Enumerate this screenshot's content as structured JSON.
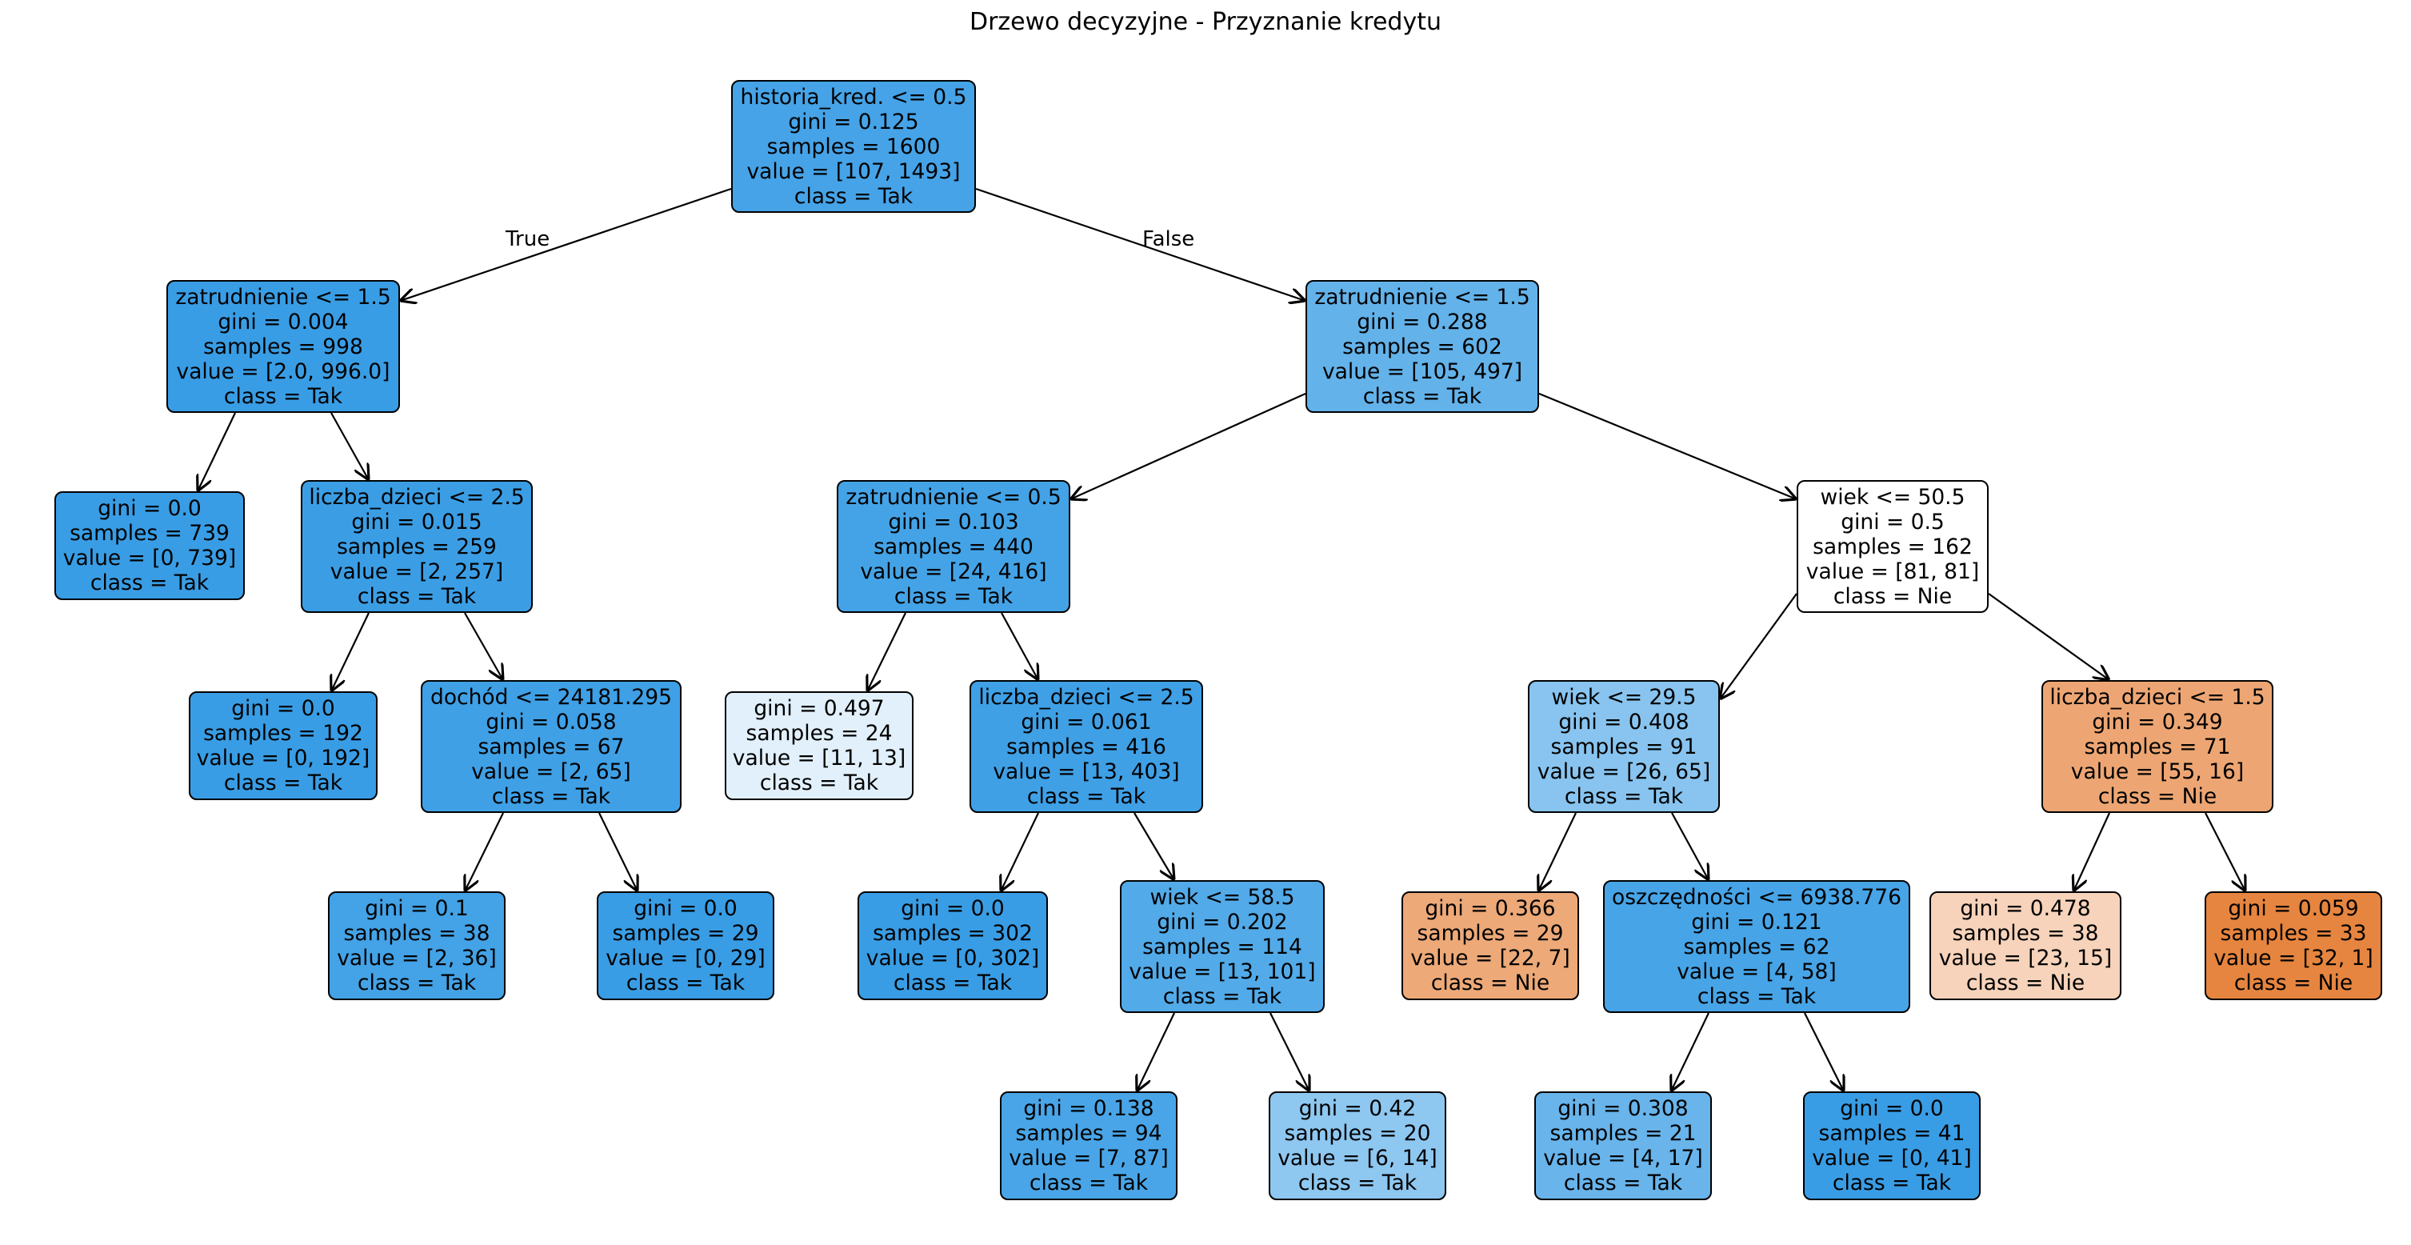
{
  "title": "Drzewo decyzyjne - Przyznanie kredytu",
  "edge_labels": {
    "true": "True",
    "false": "False"
  },
  "colors": {
    "edge": "#000000",
    "class_tak": "#399de5",
    "class_nie": "#e58139"
  },
  "nodes": {
    "root": {
      "lines": [
        "historia_kred. <= 0.5",
        "gini = 0.125",
        "samples = 1600",
        "value = [107, 1493]",
        "class = Tak"
      ],
      "fill": "#46a3e7"
    },
    "n1": {
      "lines": [
        "zatrudnienie <= 1.5",
        "gini = 0.004",
        "samples = 998",
        "value = [2.0, 996.0]",
        "class = Tak"
      ],
      "fill": "#399de5"
    },
    "n2": {
      "lines": [
        "gini = 0.0",
        "samples = 739",
        "value = [0, 739]",
        "class = Tak"
      ],
      "fill": "#399de5"
    },
    "n3": {
      "lines": [
        "liczba_dzieci <= 2.5",
        "gini = 0.015",
        "samples = 259",
        "value = [2, 257]",
        "class = Tak"
      ],
      "fill": "#3b9ee5"
    },
    "n4": {
      "lines": [
        "gini = 0.0",
        "samples = 192",
        "value = [0, 192]",
        "class = Tak"
      ],
      "fill": "#399de5"
    },
    "n5": {
      "lines": [
        "dochód <= 24181.295",
        "gini = 0.058",
        "samples = 67",
        "value = [2, 65]",
        "class = Tak"
      ],
      "fill": "#3fa0e6"
    },
    "n6": {
      "lines": [
        "gini = 0.1",
        "samples = 38",
        "value = [2, 36]",
        "class = Tak"
      ],
      "fill": "#44a2e6"
    },
    "n7": {
      "lines": [
        "gini = 0.0",
        "samples = 29",
        "value = [0, 29]",
        "class = Tak"
      ],
      "fill": "#399de5"
    },
    "n8": {
      "lines": [
        "zatrudnienie <= 1.5",
        "gini = 0.288",
        "samples = 602",
        "value = [105, 497]",
        "class = Tak"
      ],
      "fill": "#63b2ea"
    },
    "n9": {
      "lines": [
        "zatrudnienie <= 0.5",
        "gini = 0.103",
        "samples = 440",
        "value = [24, 416]",
        "class = Tak"
      ],
      "fill": "#44a3e6"
    },
    "n10": {
      "lines": [
        "gini = 0.497",
        "samples = 24",
        "value = [11, 13]",
        "class = Tak"
      ],
      "fill": "#e1f0fb"
    },
    "n11": {
      "lines": [
        "liczba_dzieci <= 2.5",
        "gini = 0.061",
        "samples = 416",
        "value = [13, 403]",
        "class = Tak"
      ],
      "fill": "#3fa0e6"
    },
    "n12": {
      "lines": [
        "gini = 0.0",
        "samples = 302",
        "value = [0, 302]",
        "class = Tak"
      ],
      "fill": "#399de5"
    },
    "n13": {
      "lines": [
        "wiek <= 58.5",
        "gini = 0.202",
        "samples = 114",
        "value = [13, 101]",
        "class = Tak"
      ],
      "fill": "#52aae8"
    },
    "n14": {
      "lines": [
        "gini = 0.138",
        "samples = 94",
        "value = [7, 87]",
        "class = Tak"
      ],
      "fill": "#49a5e7"
    },
    "n15": {
      "lines": [
        "gini = 0.42",
        "samples = 20",
        "value = [6, 14]",
        "class = Tak"
      ],
      "fill": "#8ec7f0"
    },
    "n16": {
      "lines": [
        "wiek <= 50.5",
        "gini = 0.5",
        "samples = 162",
        "value = [81, 81]",
        "class = Nie"
      ],
      "fill": "#ffffff"
    },
    "n17": {
      "lines": [
        "wiek <= 29.5",
        "gini = 0.408",
        "samples = 91",
        "value = [26, 65]",
        "class = Tak"
      ],
      "fill": "#88c4ef"
    },
    "n18": {
      "lines": [
        "gini = 0.366",
        "samples = 29",
        "value = [22, 7]",
        "class = Nie"
      ],
      "fill": "#eda978"
    },
    "n19": {
      "lines": [
        "oszczędności <= 6938.776",
        "gini = 0.121",
        "samples = 62",
        "value = [4, 58]",
        "class = Tak"
      ],
      "fill": "#47a4e7"
    },
    "n20": {
      "lines": [
        "gini = 0.308",
        "samples = 21",
        "value = [4, 17]",
        "class = Tak"
      ],
      "fill": "#68b4eb"
    },
    "n21": {
      "lines": [
        "gini = 0.0",
        "samples = 41",
        "value = [0, 41]",
        "class = Tak"
      ],
      "fill": "#399de5"
    },
    "n22": {
      "lines": [
        "liczba_dzieci <= 1.5",
        "gini = 0.349",
        "samples = 71",
        "value = [55, 16]",
        "class = Nie"
      ],
      "fill": "#eda673"
    },
    "n23": {
      "lines": [
        "gini = 0.478",
        "samples = 38",
        "value = [23, 15]",
        "class = Nie"
      ],
      "fill": "#f6d3ba"
    },
    "n24": {
      "lines": [
        "gini = 0.059",
        "samples = 33",
        "value = [32, 1]",
        "class = Nie"
      ],
      "fill": "#e6853f"
    }
  },
  "edges": [
    [
      "root",
      "n1"
    ],
    [
      "root",
      "n8"
    ],
    [
      "n1",
      "n2"
    ],
    [
      "n1",
      "n3"
    ],
    [
      "n3",
      "n4"
    ],
    [
      "n3",
      "n5"
    ],
    [
      "n5",
      "n6"
    ],
    [
      "n5",
      "n7"
    ],
    [
      "n8",
      "n9"
    ],
    [
      "n8",
      "n16"
    ],
    [
      "n9",
      "n10"
    ],
    [
      "n9",
      "n11"
    ],
    [
      "n11",
      "n12"
    ],
    [
      "n11",
      "n13"
    ],
    [
      "n13",
      "n14"
    ],
    [
      "n13",
      "n15"
    ],
    [
      "n16",
      "n17"
    ],
    [
      "n16",
      "n22"
    ],
    [
      "n17",
      "n18"
    ],
    [
      "n17",
      "n19"
    ],
    [
      "n19",
      "n20"
    ],
    [
      "n19",
      "n21"
    ],
    [
      "n22",
      "n23"
    ],
    [
      "n22",
      "n24"
    ]
  ]
}
